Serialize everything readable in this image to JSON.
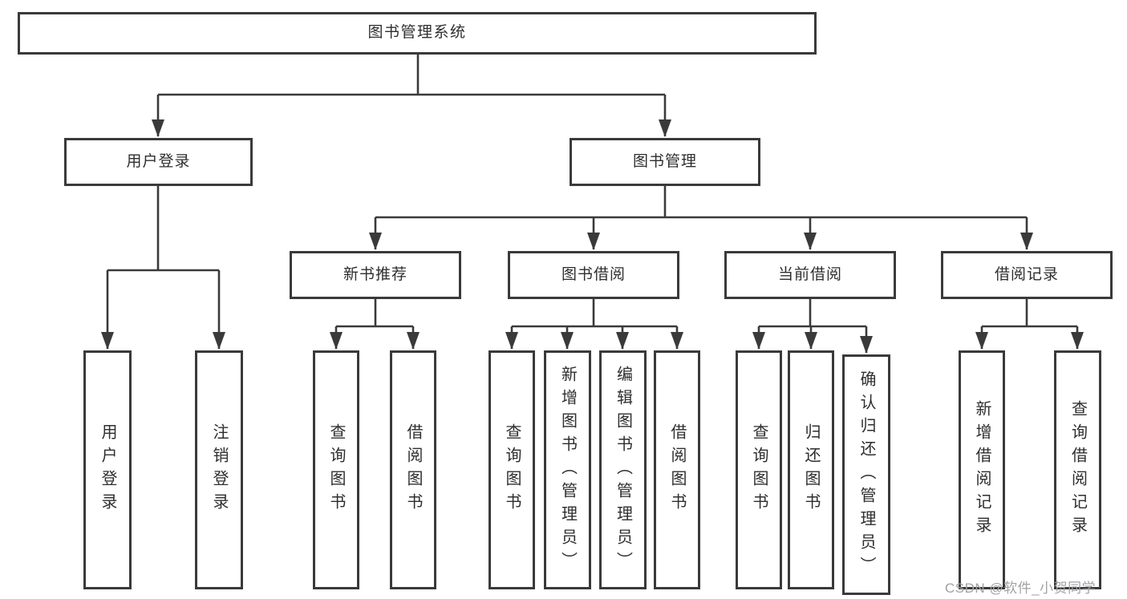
{
  "chart": {
    "root": {
      "label": "图书管理系统"
    },
    "children": [
      {
        "label": "用户登录",
        "children": [
          {
            "label": "用户登录"
          },
          {
            "label": "注销登录"
          }
        ]
      },
      {
        "label": "图书管理",
        "children": [
          {
            "label": "新书推荐",
            "children": [
              {
                "label": "查询图书"
              },
              {
                "label": "借阅图书"
              }
            ]
          },
          {
            "label": "图书借阅",
            "children": [
              {
                "label": "查询图书"
              },
              {
                "label": "新增图书（管理员）"
              },
              {
                "label": "编辑图书（管理员）"
              },
              {
                "label": "借阅图书"
              }
            ]
          },
          {
            "label": "当前借阅",
            "children": [
              {
                "label": "查询图书"
              },
              {
                "label": "归还图书"
              },
              {
                "label": "确认归还（管理员）"
              }
            ]
          },
          {
            "label": "借阅记录",
            "children": [
              {
                "label": "新增借阅记录"
              },
              {
                "label": "查询借阅记录"
              }
            ]
          }
        ]
      }
    ]
  },
  "watermark": "CSDN @软件_小贺同学",
  "colors": {
    "line": "#3a3a3a",
    "text": "#2e2e2e",
    "watermark": "#a2a2a6",
    "background": "#ffffff"
  }
}
